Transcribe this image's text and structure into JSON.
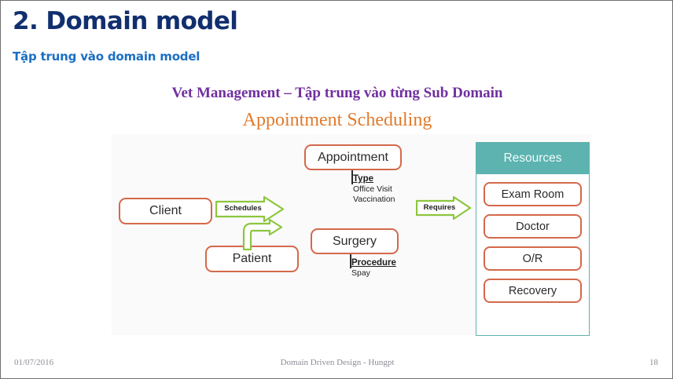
{
  "slide": {
    "title": "2. Domain model",
    "subtitle": "Tập trung vào domain model",
    "title_color": "#112f6e",
    "subtitle_color": "#1b6fc4"
  },
  "diagram": {
    "heading": "Vet Management – Tập trung vào từng Sub Domain",
    "heading_color": "#7030a0",
    "subheading": "Appointment Scheduling",
    "subheading_color": "#e07b2d",
    "entity_border_color": "#d4694b",
    "arrow_color": "#8cc63e",
    "panel_color": "#5cb3b0",
    "entities": [
      {
        "id": "client",
        "label": "Client"
      },
      {
        "id": "patient",
        "label": "Patient"
      },
      {
        "id": "appointment",
        "label": "Appointment"
      },
      {
        "id": "surgery",
        "label": "Surgery"
      }
    ],
    "attributes": [
      {
        "owner": "appointment",
        "title": "Type",
        "items": [
          "Office Visit",
          "Vaccination"
        ]
      },
      {
        "owner": "surgery",
        "title": "Procedure",
        "items": [
          "Spay"
        ]
      }
    ],
    "relations": [
      {
        "id": "schedules",
        "label": "Schedules"
      },
      {
        "id": "requires",
        "label": "Requires"
      }
    ],
    "resources": {
      "title": "Resources",
      "items": [
        "Exam Room",
        "Doctor",
        "O/R",
        "Recovery"
      ]
    }
  },
  "footer": {
    "date": "01/07/2016",
    "center": "Domain Driven Design - Hungpt",
    "page": "18"
  }
}
